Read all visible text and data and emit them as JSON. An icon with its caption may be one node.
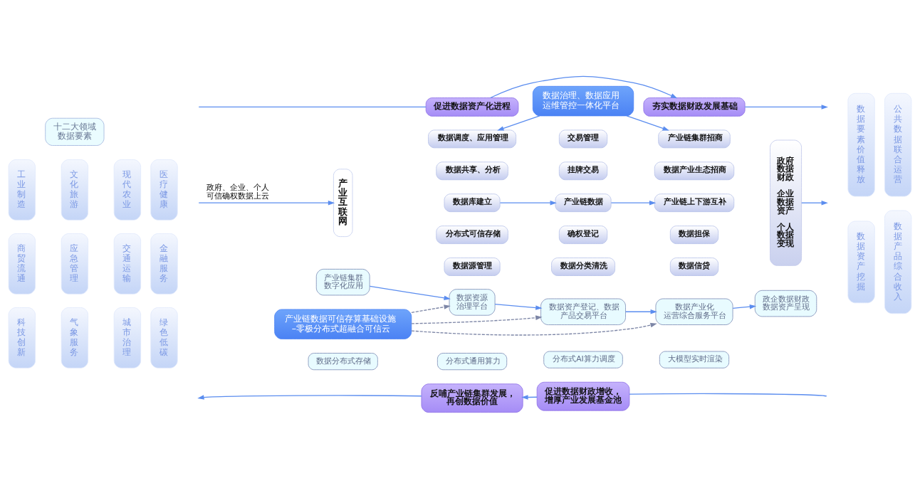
{
  "diagram": {
    "nodes": [
      {
        "text": [
          "促进数据资产化进程"
        ]
      },
      {
        "text": [
          "夯实数据财政发展基础"
        ]
      },
      {
        "text": [
          "十二大领域数据要素"
        ]
      },
      {
        "text": [
          "工业制造"
        ]
      },
      {
        "text": [
          "文化旅游"
        ]
      },
      {
        "text": [
          "现代农业"
        ]
      },
      {
        "text": [
          "医疗健康"
        ]
      },
      {
        "text": [
          "商贸流通"
        ]
      },
      {
        "text": [
          "应急管理"
        ]
      },
      {
        "text": [
          "交通运输"
        ]
      },
      {
        "text": [
          "金融服务"
        ]
      },
      {
        "text": [
          "科技创新"
        ]
      },
      {
        "text": [
          "气象服务"
        ]
      },
      {
        "text": [
          "城市治理"
        ]
      },
      {
        "text": [
          "绿色低碳"
        ]
      },
      {
        "text": [
          "数据治理、数据应用运维管控一体化平台"
        ]
      },
      {
        "text": [
          "产业互联网"
        ]
      },
      {
        "text": [
          "数据调度、应用管理"
        ]
      },
      {
        "text": [
          "数据共享、分析"
        ]
      },
      {
        "text": [
          "数据库建立"
        ]
      },
      {
        "text": [
          "分布式可信存储"
        ]
      },
      {
        "text": [
          "数据源管理"
        ]
      },
      {
        "text": [
          "交易管理"
        ]
      },
      {
        "text": [
          "挂牌交易"
        ]
      },
      {
        "text": [
          "产业链数据"
        ]
      },
      {
        "text": [
          "确权登记"
        ]
      },
      {
        "text": [
          "数据分类清洗"
        ]
      },
      {
        "text": [
          "产业链集群招商"
        ]
      },
      {
        "text": [
          "数据产业生态招商"
        ]
      },
      {
        "text": [
          "产业链上下游互补"
        ]
      },
      {
        "text": [
          "数据担保"
        ]
      },
      {
        "text": [
          "数据信贷"
        ]
      },
      {
        "text": [
          "政府数据财政",
          "企业数据资产",
          "个人数据变现"
        ]
      },
      {
        "text": [
          "数据要素价值释放"
        ]
      },
      {
        "text": [
          "公共数据联合运营"
        ]
      },
      {
        "text": [
          "数据资产挖掘"
        ]
      },
      {
        "text": [
          "数据产品综合收入"
        ]
      },
      {
        "text": [
          "产业链集群数字化应用"
        ]
      },
      {
        "text": [
          "数据资源治理平台"
        ]
      },
      {
        "text": [
          "数据资产登记、数据产品交易平台"
        ]
      },
      {
        "text": [
          "数据产业化运营综合服务平台"
        ]
      },
      {
        "text": [
          "政企数据财政数据资产呈现"
        ]
      },
      {
        "text": [
          "产业链数据可信存算基础设施–零极分布式超融合可信云"
        ]
      },
      {
        "text": [
          "数据分布式存储"
        ]
      },
      {
        "text": [
          "分布式通用算力"
        ]
      },
      {
        "text": [
          "分布式AI算力调度"
        ]
      },
      {
        "text": [
          "大模型实时渲染"
        ]
      },
      {
        "text": [
          "反哺产业链集群发展，再创数据价值"
        ]
      },
      {
        "text": [
          "促进数据财政增收，增厚产业发展基金池"
        ]
      }
    ],
    "edges": [
      {
        "from": null,
        "to": 0,
        "arrow": "none"
      },
      {
        "from": 0,
        "to": 1,
        "arrow": "to"
      },
      {
        "from": 1,
        "to": null,
        "arrow": "to"
      },
      {
        "from": 15,
        "to": 17,
        "arrow": "to"
      },
      {
        "from": 15,
        "to": 27,
        "arrow": "to"
      },
      {
        "from": null,
        "to": 16,
        "arrow": "to",
        "label": "政府、企业、个人可信确权数据上云"
      },
      {
        "from": 19,
        "to": 24,
        "arrow": "to"
      },
      {
        "from": 24,
        "to": 29,
        "arrow": "to"
      },
      {
        "from": 32,
        "to": null,
        "arrow": "to"
      },
      {
        "from": 37,
        "to": 38,
        "arrow": "to"
      },
      {
        "from": 38,
        "to": 39,
        "arrow": "to"
      },
      {
        "from": 39,
        "to": 40,
        "arrow": "to"
      },
      {
        "from": 40,
        "to": 41,
        "arrow": "to"
      },
      {
        "from": 42,
        "to": 38,
        "arrow": "to",
        "style": "dashed",
        "color": "#7d86a6"
      },
      {
        "from": 42,
        "to": 39,
        "arrow": "to",
        "style": "dashed",
        "color": "#7d86a6"
      },
      {
        "from": 42,
        "to": 40,
        "arrow": "to",
        "style": "dashed",
        "color": "#7d86a6"
      },
      {
        "from": null,
        "to": 48,
        "arrow": "none"
      },
      {
        "from": 48,
        "to": 47,
        "arrow": "to"
      },
      {
        "from": 47,
        "to": null,
        "arrow": "to"
      }
    ]
  }
}
